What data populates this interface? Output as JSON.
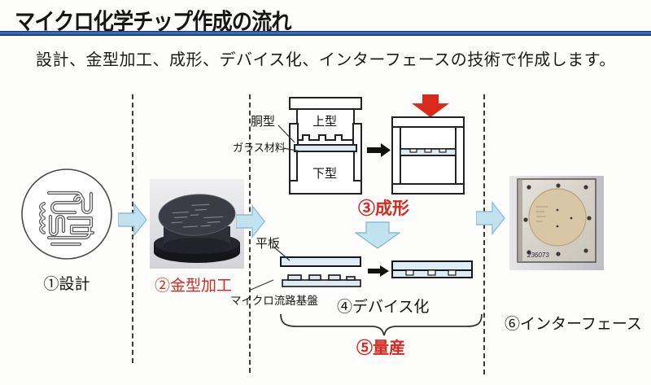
{
  "header": {
    "title": "マイクロ化学チップ作成の流れ",
    "subtitle": "設計、金型加工、成形、デバイス化、インターフェースの技術で作成します。"
  },
  "steps": {
    "design": {
      "label": "①設計"
    },
    "mold_machining": {
      "label": "②金型加工"
    },
    "forming": {
      "label": "③成形"
    },
    "device": {
      "label": "④デバイス化"
    },
    "mass_production": {
      "label": "⑤量産"
    },
    "interface": {
      "label": "⑥インターフェース"
    }
  },
  "annotations": {
    "body_mold": "胴型",
    "glass_material": "ガラス材料",
    "upper_mold": "上型",
    "lower_mold": "下型",
    "flat_plate": "平板",
    "microchannel_substrate": "マイクロ流路基盤",
    "photo_handwriting": "236073"
  },
  "colors": {
    "title_rule_blue": "#2454a6",
    "step_label_red": "#d5281e",
    "flow_arrow_blue": "#c3e2f0",
    "press_arrow_red": "#da2a1c",
    "glass_fill": "#dcebf4"
  }
}
